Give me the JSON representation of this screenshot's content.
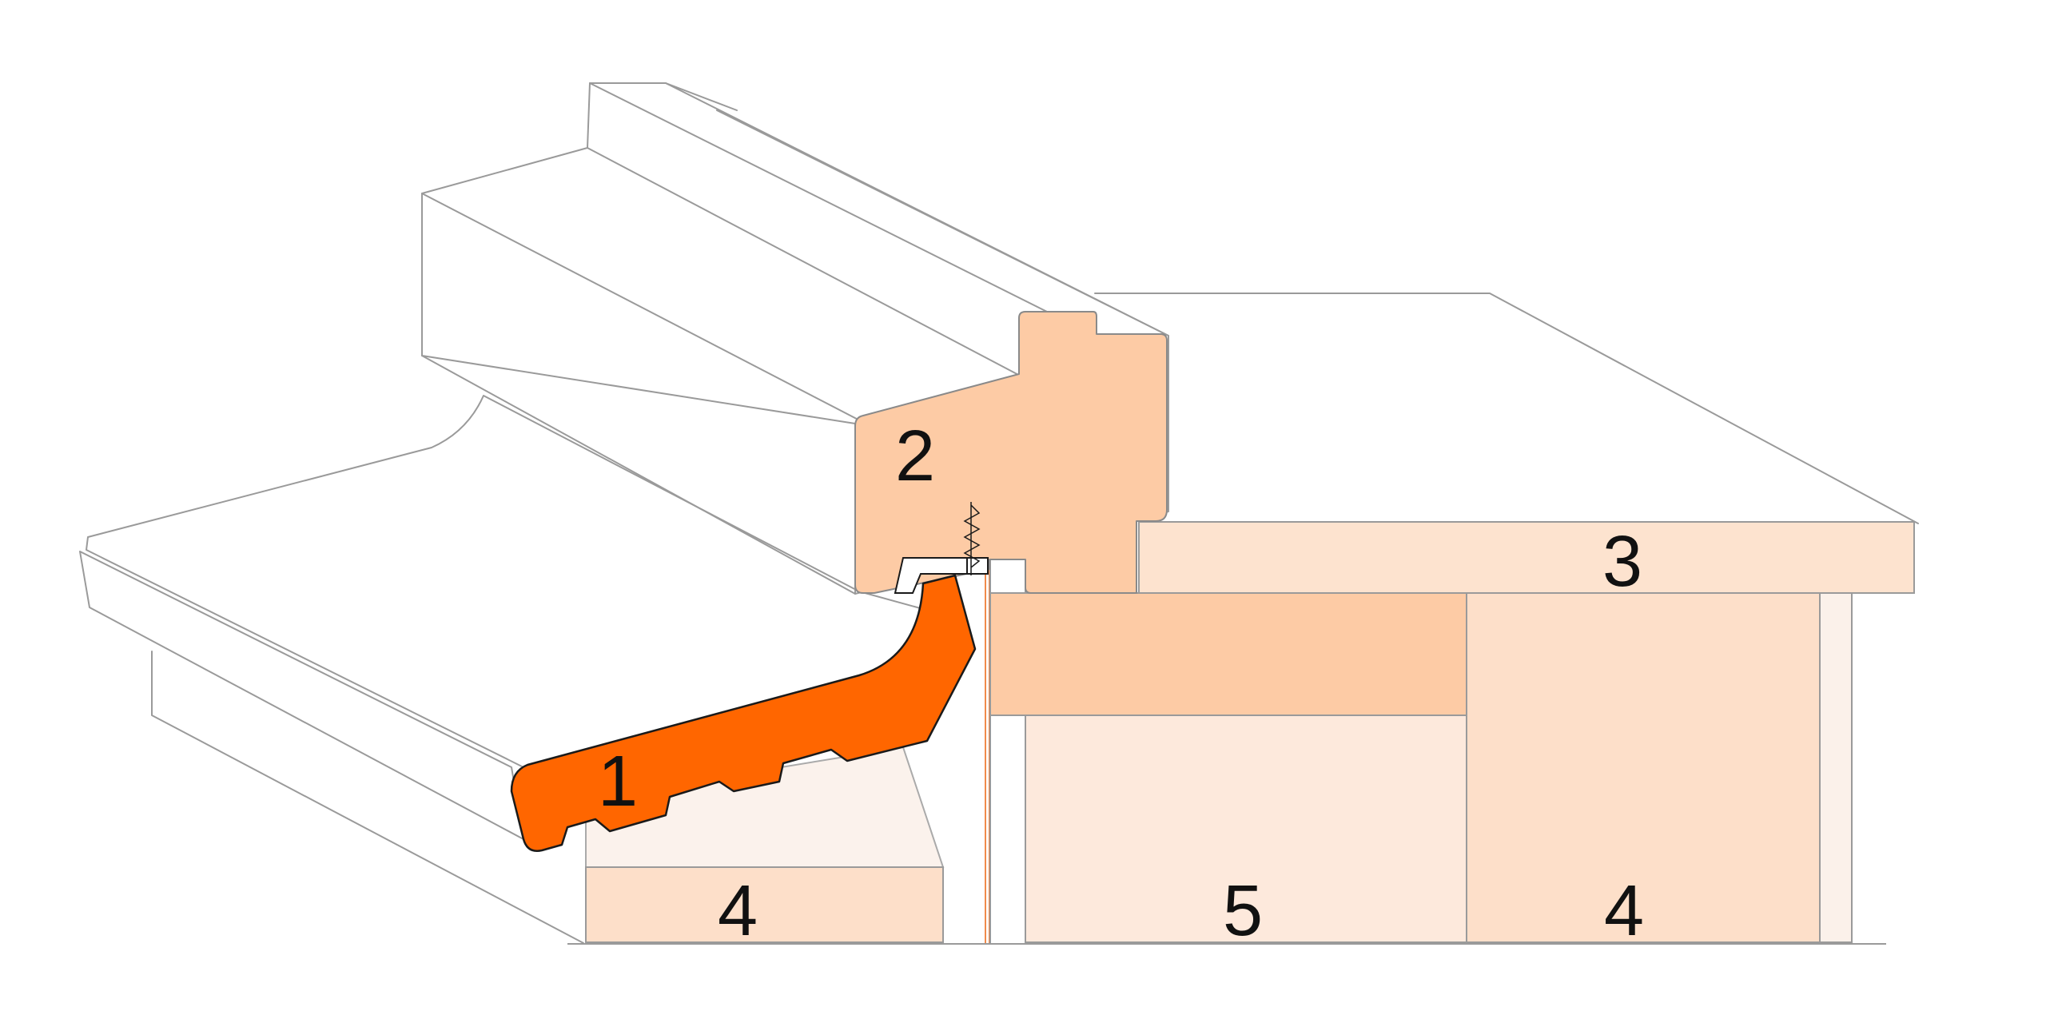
{
  "diagram": {
    "labels": {
      "sill": "1",
      "frame": "2",
      "board": "3",
      "block_left": "4",
      "insulation": "5",
      "block_right": "4"
    },
    "colors": {
      "sill": "#ff6600",
      "frame": "#fdcba5",
      "board": "#fde3cf",
      "block": "#fddfc9",
      "insulation": "#fde9dc",
      "beam": "#fdcba5",
      "sill_top": "#f5f5f5",
      "frame_body": "#ffffff"
    }
  }
}
